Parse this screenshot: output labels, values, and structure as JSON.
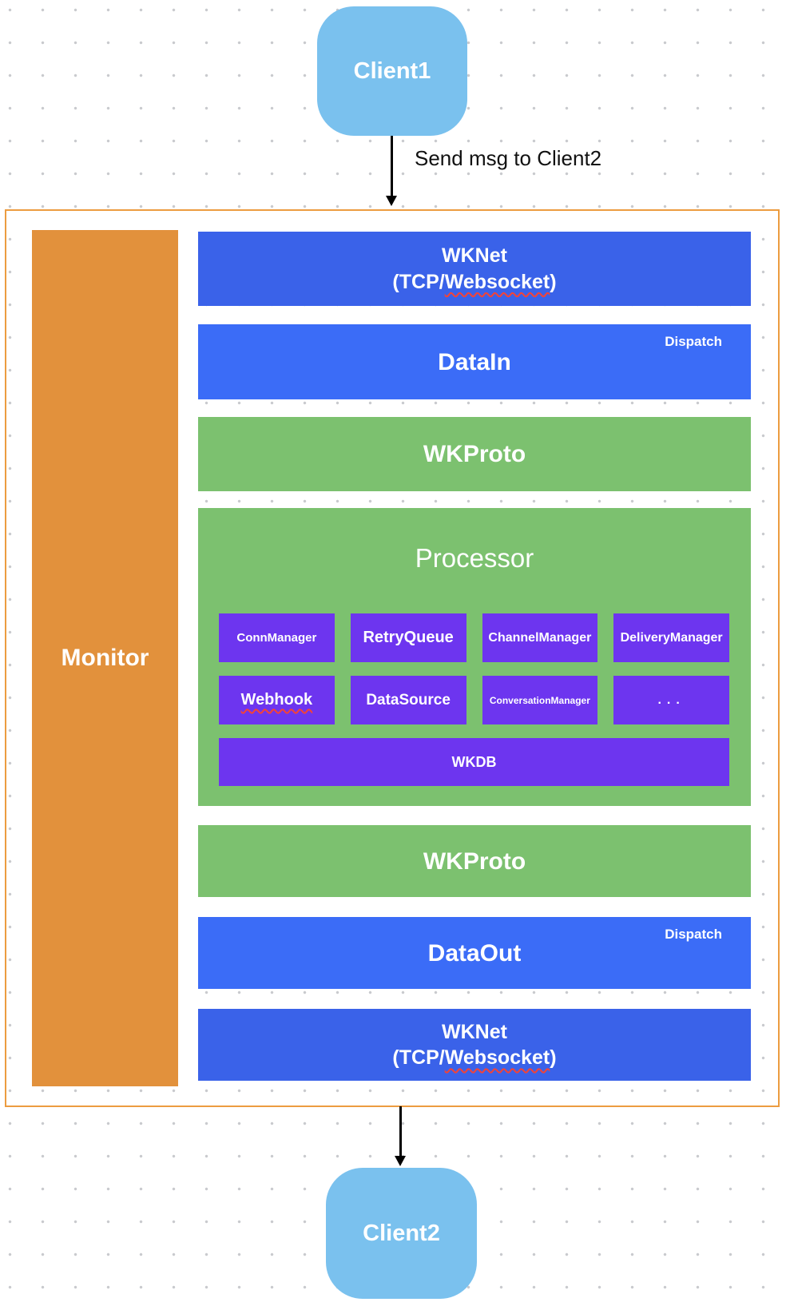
{
  "client1": {
    "label": "Client1"
  },
  "client2": {
    "label": "Client2"
  },
  "flow_arrow": {
    "label": "Send msg to Client2"
  },
  "monitor": {
    "label": "Monitor"
  },
  "stack": {
    "wknet_top": {
      "title": "WKNet",
      "subtitle_prefix": "(TCP/",
      "subtitle_word": "Websocket",
      "subtitle_suffix": ")"
    },
    "datain": {
      "title": "DataIn",
      "badge": "Dispatch"
    },
    "wkproto_top": {
      "title": "WKProto"
    },
    "processor": {
      "title": "Processor",
      "modules": [
        {
          "label": "ConnManager"
        },
        {
          "label": "RetryQueue"
        },
        {
          "label": "ChannelManager"
        },
        {
          "label": "DeliveryManager"
        },
        {
          "label": "Webhook"
        },
        {
          "label": "DataSource"
        },
        {
          "label": "ConversationManager"
        },
        {
          "label": "..."
        }
      ],
      "db": {
        "label": "WKDB"
      }
    },
    "wkproto_bottom": {
      "title": "WKProto"
    },
    "dataout": {
      "title": "DataOut",
      "badge": "Dispatch"
    },
    "wknet_bottom": {
      "title": "WKNet",
      "subtitle_prefix": "(TCP/",
      "subtitle_word": "Websocket",
      "subtitle_suffix": ")"
    }
  },
  "colors": {
    "client_blue": "#7ac1ee",
    "orange": "#e2913c",
    "container_border": "#ec9c40",
    "blue_dark": "#3a62e9",
    "blue_light": "#3b6cf7",
    "green": "#7cc16f",
    "purple": "#6d35ef",
    "squiggle_red": "#f44336",
    "grid_dot": "#c9cace"
  }
}
